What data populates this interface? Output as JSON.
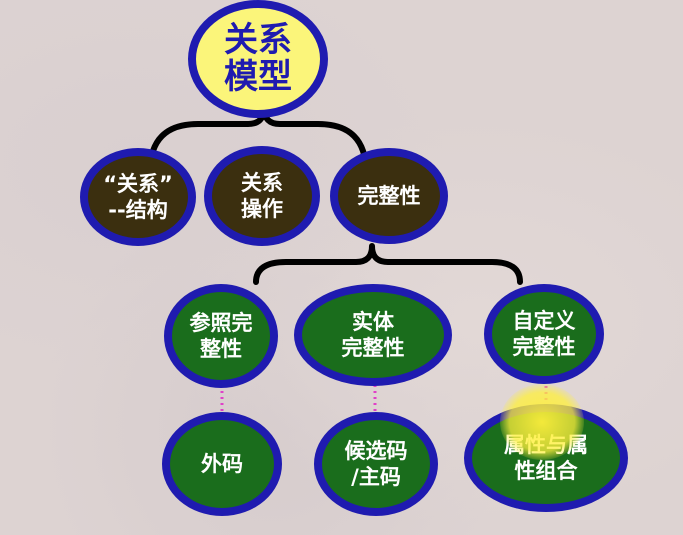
{
  "root": {
    "line1": "关系",
    "line2": "模型"
  },
  "level1": {
    "structure": {
      "line1": "“关系”",
      "line2": "--结构"
    },
    "operation": {
      "line1": "关系",
      "line2": "操作"
    },
    "integrity": {
      "line1": "完整性"
    }
  },
  "level2": {
    "referential": {
      "line1": "参照完",
      "line2": "整性"
    },
    "entity": {
      "line1": "实体",
      "line2": "完整性"
    },
    "user_defined": {
      "line1": "自定义",
      "line2": "完整性"
    }
  },
  "level3": {
    "foreign_key": {
      "line1": "外码"
    },
    "candidate_key": {
      "line1": "候选码",
      "line2": "/主码"
    },
    "attribute_combo": {
      "line1": "属性与属",
      "line2": "性组合"
    }
  },
  "colors": {
    "border": "#1f1bb0",
    "root_fill": "#fbf57a",
    "dark_fill": "#3b2f0f",
    "green_fill": "#1a6d1c",
    "connector": "#000000",
    "dotted": "#e040c8",
    "highlight": "#fff03c"
  }
}
